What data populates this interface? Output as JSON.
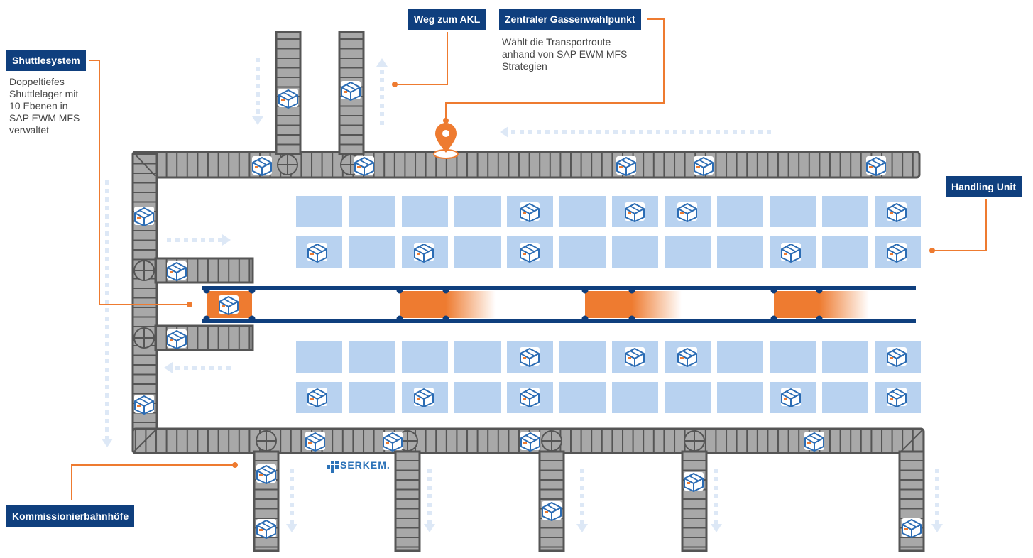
{
  "labels": {
    "weg_akl": "Weg zum AKL",
    "gasse": "Zentraler Gassenwahlpunkt",
    "shuttle": "Shuttlesystem",
    "handling_unit": "Handling Unit",
    "kommission": "Kommissionierbahnhöfe"
  },
  "descriptions": {
    "gasse": "Wählt die Transportroute\nanhand von SAP EWM MFS\nStrategien",
    "shuttle": "Doppeltiefes\nShuttlelager mit\n10 Ebenen in\nSAP EWM MFS\nverwaltet"
  },
  "logo": {
    "text": "SERKEM."
  },
  "colors": {
    "navy": "#0f3f7e",
    "orange": "#ee7b30",
    "rack": "#b8d2f0",
    "conveyor": "#a8a8a8",
    "conveyor_border": "#555555",
    "arrow": "#dde8f6",
    "box_stroke": "#2b6cb4"
  }
}
